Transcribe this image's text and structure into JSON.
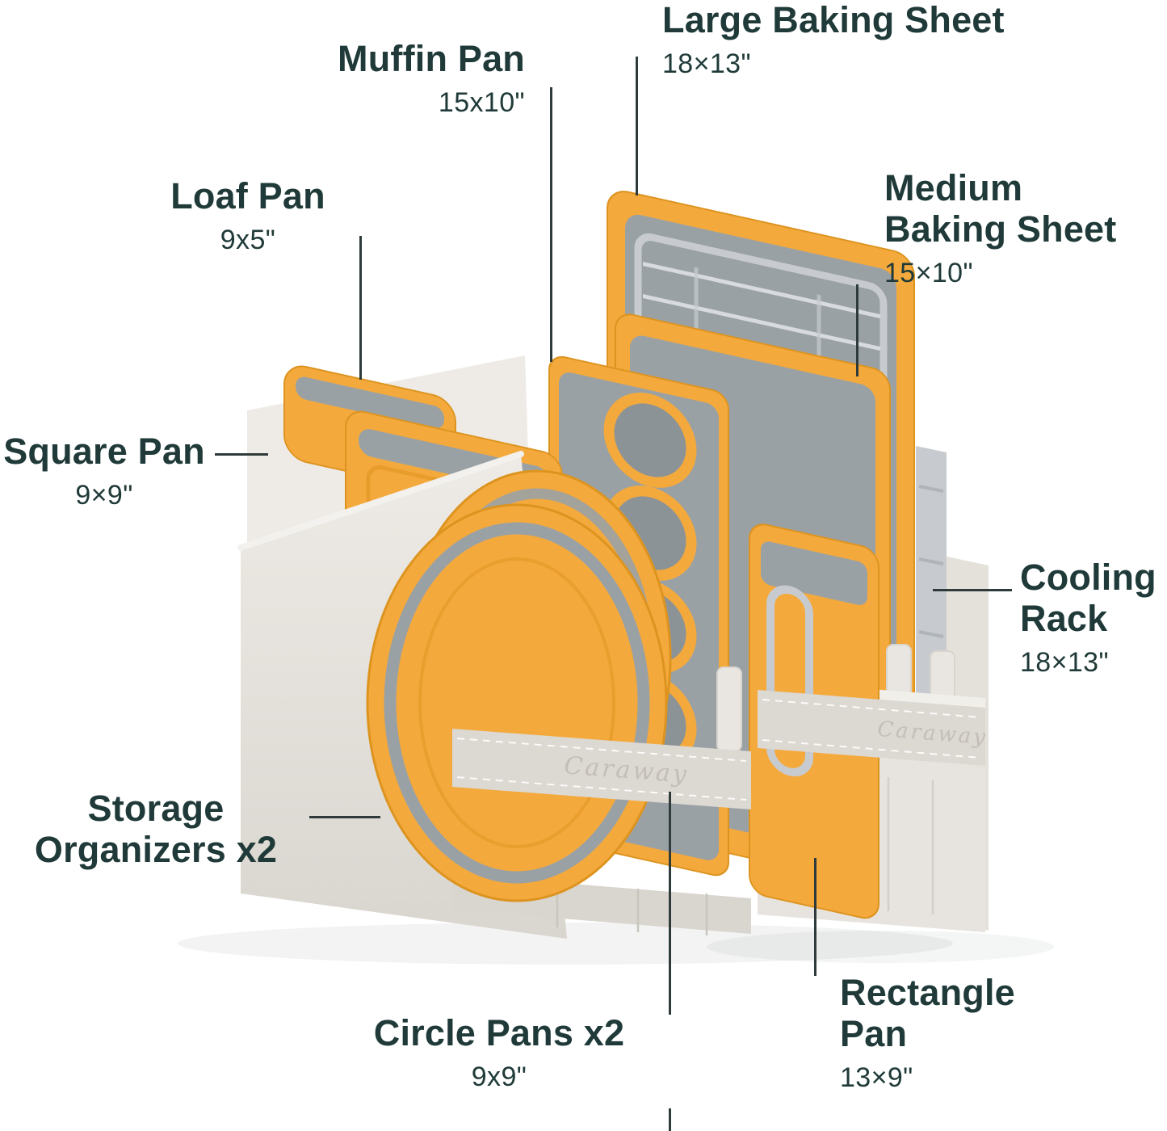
{
  "colors": {
    "background": "#ffffff",
    "label_text": "#1f3a38",
    "leader_line": "#2e3b3a",
    "marigold": "#f4a93c",
    "marigold_deep": "#dd941f",
    "pan_interior": "#9aa1a5",
    "pan_interior_dark": "#8c9397",
    "fabric": "#e7e4df",
    "fabric_light": "#f1efea",
    "fabric_shade": "#d9d5cf",
    "fabric_strap": "#dcd8d2",
    "steel": "#c7cbcf",
    "steel_light": "#d7dbde",
    "brand_text": "#c3beb6"
  },
  "brand": {
    "logo_text": "Caraway"
  },
  "callouts": {
    "large_baking_sheet": {
      "title": "Large Baking Sheet",
      "size": "18×13\""
    },
    "muffin_pan": {
      "title": "Muffin Pan",
      "size": "15x10\""
    },
    "loaf_pan": {
      "title": "Loaf Pan",
      "size": "9x5\""
    },
    "medium_baking_sheet": {
      "title": "Medium Baking Sheet",
      "size": "15×10\""
    },
    "square_pan": {
      "title": "Square Pan",
      "size": "9×9\""
    },
    "cooling_rack": {
      "title": "Cooling Rack",
      "size": "18×13\""
    },
    "storage_organizers": {
      "title": "Storage Organizers x2"
    },
    "circle_pans": {
      "title": "Circle Pans x2",
      "size": "9x9\""
    },
    "rectangle_pan": {
      "title": "Rectangle Pan",
      "size": "13×9\""
    }
  }
}
